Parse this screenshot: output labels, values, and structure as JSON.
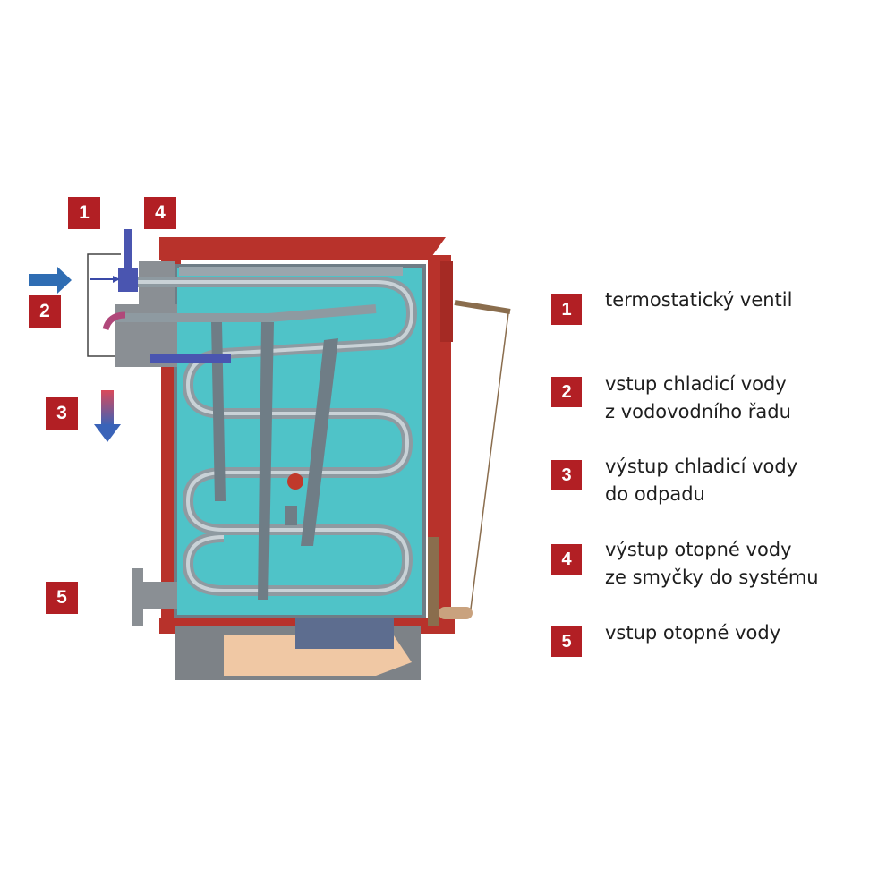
{
  "callouts": {
    "one": "1",
    "two": "2",
    "three": "3",
    "four": "4",
    "five": "5"
  },
  "legend": [
    {
      "number": "1",
      "lines": [
        "termostatický ventil"
      ]
    },
    {
      "number": "2",
      "lines": [
        "vstup chladicí vody",
        "z vodovodního řadu"
      ]
    },
    {
      "number": "3",
      "lines": [
        "výstup chladicí vody",
        "do odpadu"
      ]
    },
    {
      "number": "4",
      "lines": [
        "výstup otopné vody",
        "ze smyčky do systému"
      ]
    },
    {
      "number": "5",
      "lines": [
        "vstup otopné vody"
      ]
    }
  ],
  "colors": {
    "badge": "#b21f24",
    "boiler_casing": "#b8322b",
    "water_jacket": "#4fc3c8",
    "coil": "#9aa6ad",
    "inlet_arrow": "#2f6db3",
    "outlet_arrow_top": "#d9495b",
    "outlet_arrow_bottom": "#3a63b8",
    "ash_pan": "#f0c8a4"
  }
}
